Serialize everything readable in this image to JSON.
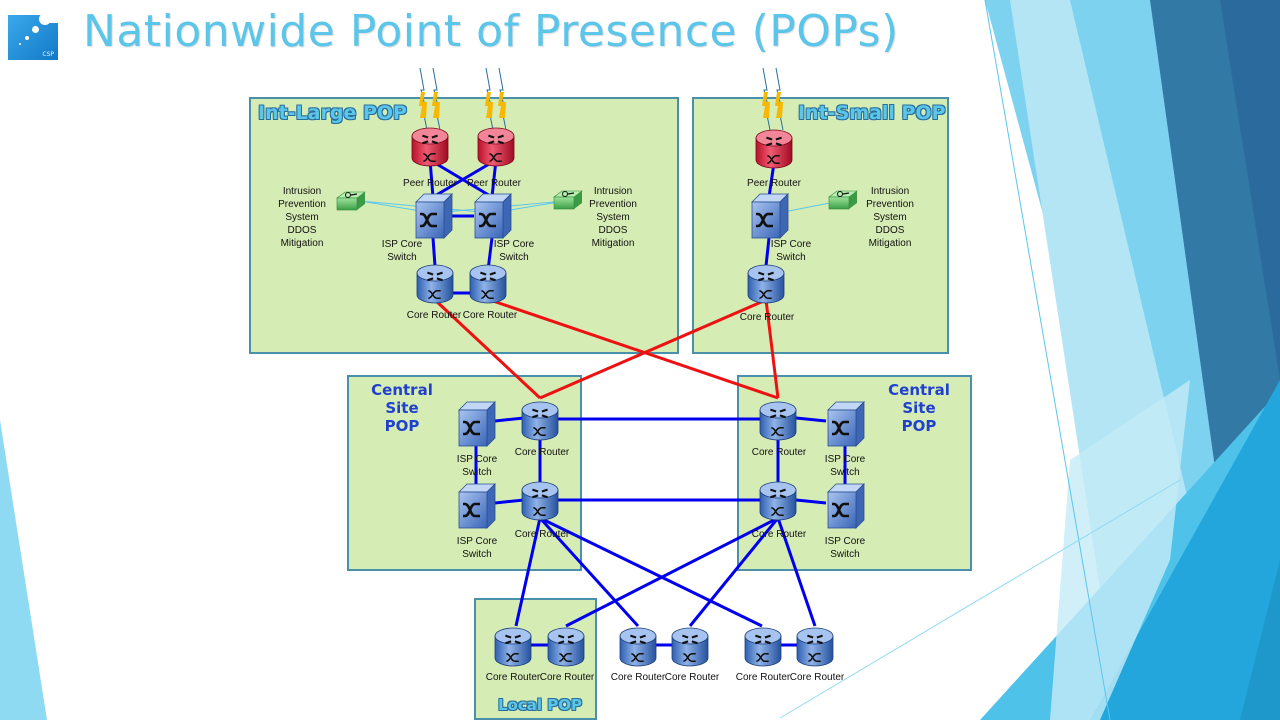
{
  "slide": {
    "title": "Nationwide Point of Presence (POPs)",
    "logo_text": "CSP"
  },
  "colors": {
    "title": "#5bc6ea",
    "pop_fill": "#d6ecb5",
    "pop_border": "#4a90aa",
    "link_blue": "#0000ee",
    "link_red": "#ee1111",
    "link_ips": "#5bc6ea",
    "peer_router": "#e0304a",
    "core_device": "#4a78c8",
    "ips_device": "#5cc05c"
  },
  "pops": {
    "int_large": {
      "label": "Int-Large POP",
      "peer_routers": [
        "Peer Router",
        "Peer Router"
      ],
      "switches": [
        "ISP Core Switch",
        "ISP Core Switch"
      ],
      "core_routers": [
        "Core Router",
        "Core Router"
      ],
      "ips_left": "Intrusion Prevention System DDOS Mitigation",
      "ips_right": "Intrusion Prevention System DDOS Mitigation"
    },
    "int_small": {
      "label": "Int-Small POP",
      "peer_router": "Peer Router",
      "switch": "ISP Core Switch",
      "core_router": "Core Router",
      "ips": "Intrusion Prevention System DDOS Mitigation"
    },
    "central_left": {
      "label": "Central Site POP",
      "switches": [
        "ISP Core Switch",
        "ISP Core Switch"
      ],
      "core_routers": [
        "Core Router",
        "Core Router"
      ]
    },
    "central_right": {
      "label": "Central Site POP",
      "switches": [
        "ISP Core Switch",
        "ISP Core Switch"
      ],
      "core_routers": [
        "Core Router",
        "Core Router"
      ]
    },
    "local": {
      "label": "Local POP",
      "core_routers": [
        "Core Router",
        "Core Router"
      ]
    },
    "unboxed_core_routers": [
      "Core Router",
      "Core Router",
      "Core Router",
      "Core Router"
    ]
  },
  "labels": {
    "ips_line1": "Intrusion",
    "ips_line2": "Prevention",
    "ips_line3": "System",
    "ips_line4": "DDOS",
    "ips_line5": "Mitigation",
    "peer_router": "Peer Router",
    "core_router": "Core Router",
    "switch_line1": "ISP Core",
    "switch_line2": "Switch",
    "central_line1": "Central Site",
    "central_line2": "POP"
  }
}
